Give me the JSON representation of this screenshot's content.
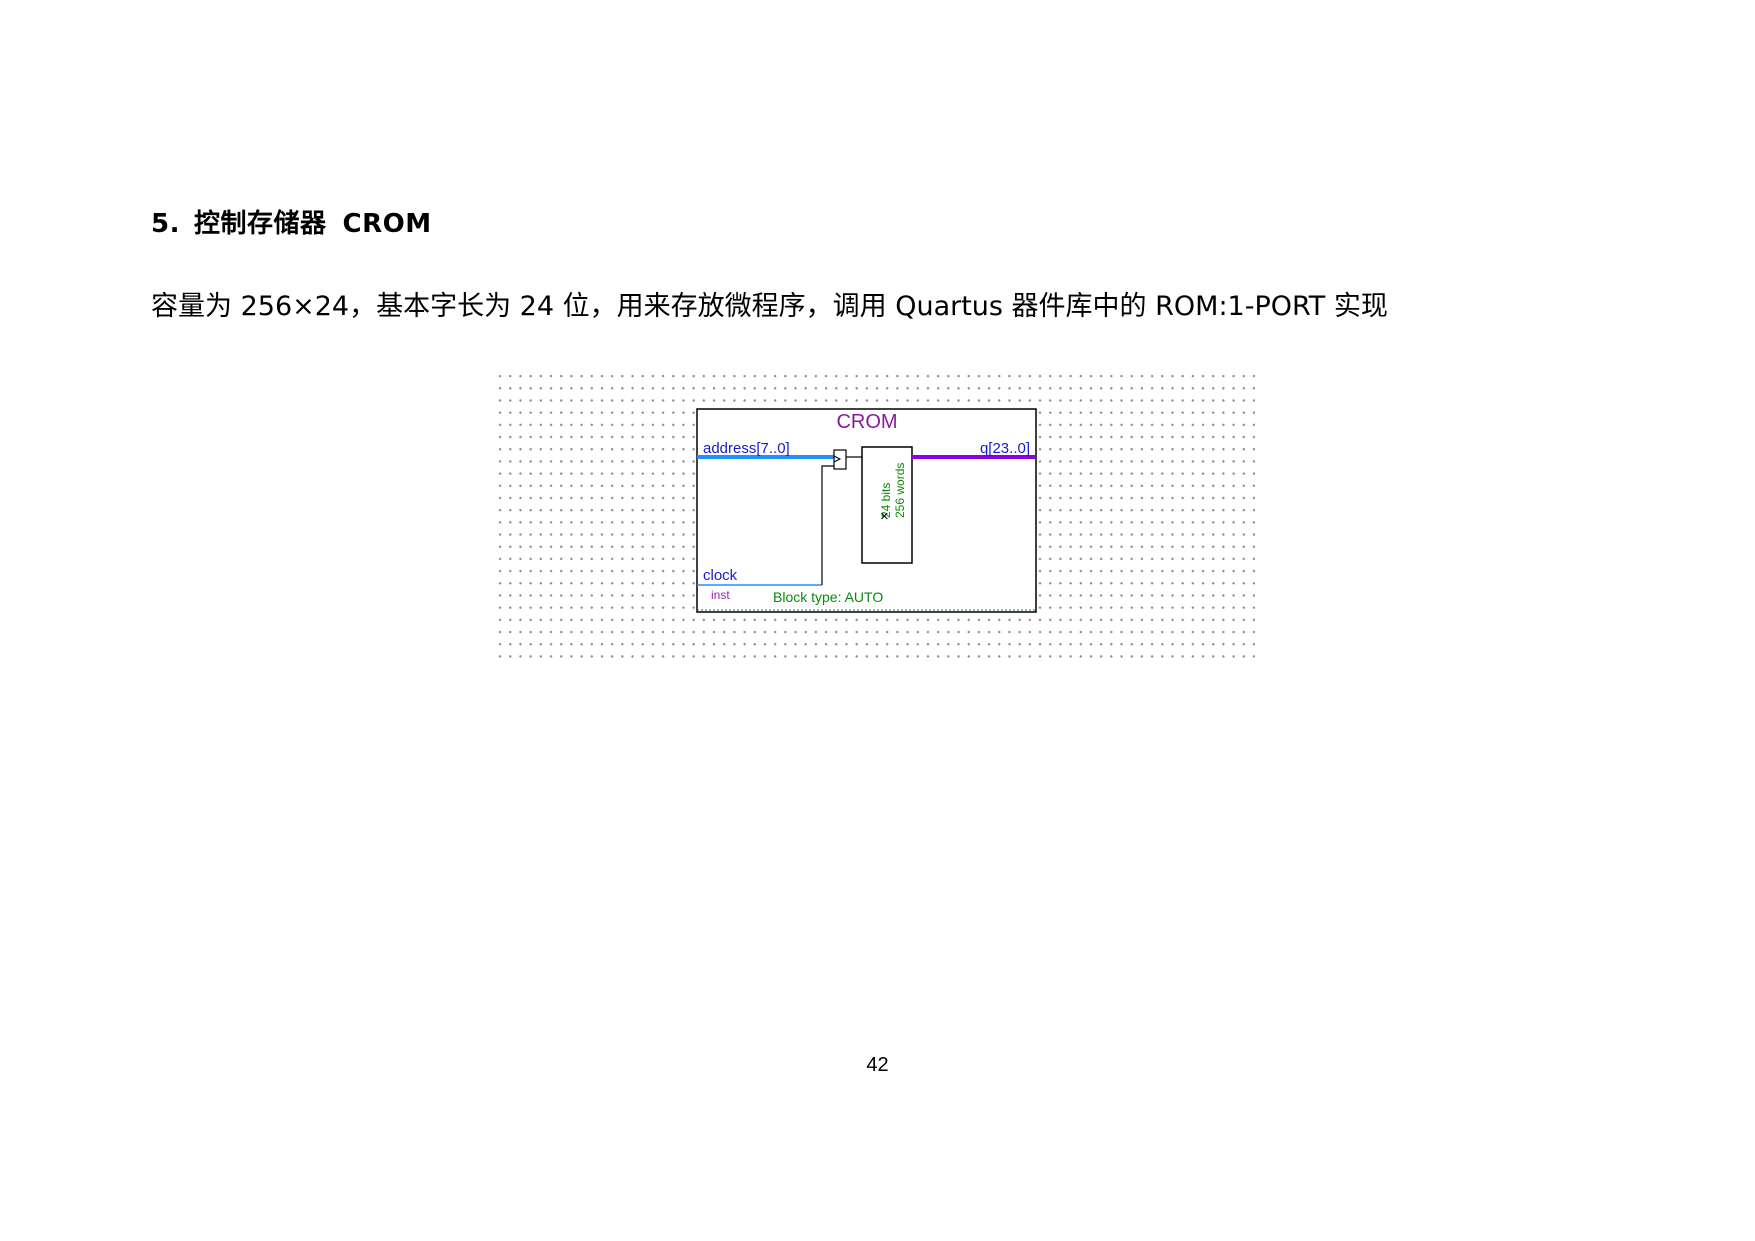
{
  "heading": {
    "number": "5.",
    "title": "控制存储器",
    "keyword": "CROM"
  },
  "paragraph": "容量为 256×24，基本字长为 24 位，用来存放微程序，调用 Quartus 器件库中的 ROM:1-PORT 实现",
  "diagram": {
    "block_name": "CROM",
    "input_address": "address[7..0]",
    "input_clock": "clock",
    "output_q": "q[23..0]",
    "rom_width": "24 bits",
    "rom_depth": "256 words",
    "multiply_symbol": "×",
    "instance": "inst",
    "block_type": "Block type: AUTO",
    "colors": {
      "title": "#8b1a9b",
      "port_label": "#1a1ad6",
      "address_bus": "#1e90ff",
      "output_bus": "#8a00e6",
      "note_green": "#0a8a0a",
      "instance": "#a01fb0"
    }
  },
  "page_number": "42"
}
